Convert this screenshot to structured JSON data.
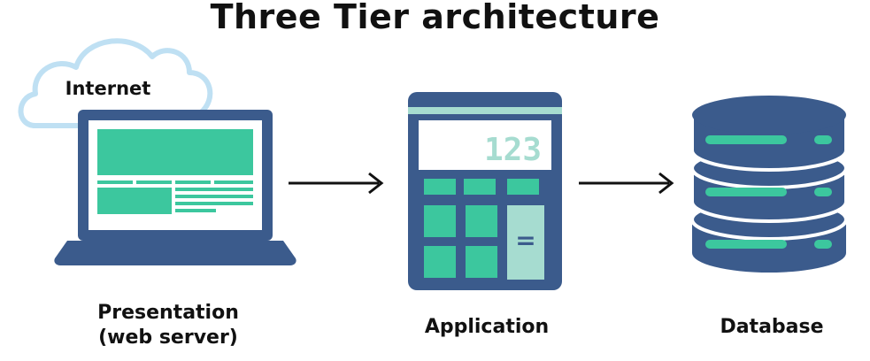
{
  "title": "Three Tier architecture",
  "tiers": [
    {
      "label_line1": "Presentation",
      "label_line2": "(web server)",
      "icon": "laptop-icon"
    },
    {
      "label": "Application",
      "icon": "calculator-icon",
      "display": "123",
      "key": "="
    },
    {
      "label": "Database",
      "icon": "database-icon"
    }
  ],
  "cloud": {
    "label": "Internet",
    "icon": "cloud-icon"
  },
  "colors": {
    "navy": "#3B5B8C",
    "green": "#3CC79E",
    "light_green": "#A6DCD0",
    "screen_bg": "#FFFFFF",
    "cloud_outline": "#BFE0F3",
    "arrow": "#111111",
    "text": "#111111"
  }
}
